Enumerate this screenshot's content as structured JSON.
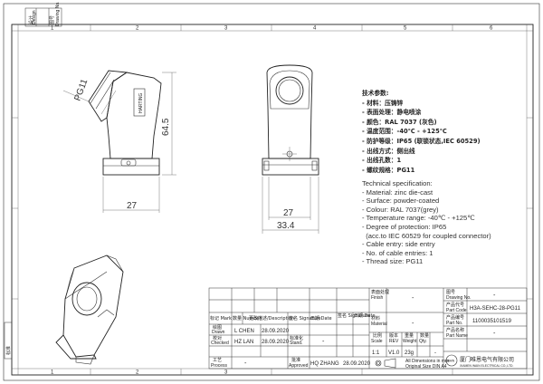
{
  "frame": {
    "zones_top": [
      "1",
      "2",
      "3",
      "4",
      "5",
      "6"
    ],
    "zones_bottom": [
      "1",
      "2",
      "3",
      "4",
      "5",
      "6"
    ],
    "corner_tl": [
      "设计",
      "Design",
      "图号",
      "Drawing No."
    ],
    "corner_bl": [
      "标准",
      "Standard"
    ]
  },
  "views": {
    "side_label_pg": "PG11",
    "side_dim_height": "64.5",
    "side_dim_width": "27",
    "front_dim_27": "27",
    "front_dim_334": "33.4",
    "brand_mark": "HARTING"
  },
  "spec_cn": {
    "title": "技术参数:",
    "lines": [
      "- 材料：压铸锌",
      "- 表面处理：静电喷涂",
      "- 颜色：RAL 7037 (灰色)",
      "- 温度范围：-40℃ - +125℃",
      "- 防护等级：IP65 (联锁状态,IEC 60529)",
      "- 出线方式：侧出线",
      "- 出线孔数：1",
      "- 螺纹规格：PG11"
    ]
  },
  "spec_en": {
    "title": "Technical specification:",
    "lines": [
      "- Material: zinc die-cast",
      "- Surface: powder-coated",
      "- Colour: RAL 7037(grey)",
      "- Temperature range: -40℃ - +125℃",
      "- Degree of protection: IP65",
      "  (acc.to IEC 60529 for coupled connector)",
      "- Cable entry: side entry",
      "- No. of cable entries: 1",
      "- Thread size: PG11"
    ]
  },
  "title_block": {
    "finish_cn": "表面处理",
    "finish_en": "Finish",
    "finish_val": "-",
    "material_cn": "材料",
    "material_en": "Material",
    "material_val": "-",
    "drawing_no_cn": "图号",
    "drawing_no_en": "Drawing No.",
    "drawing_no_val": "-",
    "part_code_cn": "产品代号",
    "part_code_en": "Part Code",
    "part_code_val": "H3A-SEHC-28-PG11",
    "part_no_cn": "产品编号",
    "part_no_en": "Part No.",
    "part_no_val": "1100035101519",
    "part_name_cn": "产品名称",
    "part_name_en": "Part Name",
    "part_name_val": "-",
    "col_mark": "标记 Mark",
    "col_number": "数量 Number",
    "col_description": "更改描述/Description",
    "col_signature": "签名 Signature",
    "col_date": "日期 Date",
    "col_signature2": "签名 Signature",
    "col_date2": "日期 Date",
    "drawn_cn": "绘图",
    "drawn_en": "Drawn",
    "drawn_name": "L CHEN",
    "drawn_date": "28.09.2020",
    "checked_cn": "校对",
    "checked_en": "Checked",
    "checked_name": "HZ LAN",
    "checked_date": "28.09.2020",
    "process_cn": "工艺",
    "process_en": "Process",
    "process_val": "-",
    "approved_cn": "批准",
    "approved_en": "Approved",
    "approved_name": "HQ ZHANG",
    "approved_date": "28.09.2020",
    "stand_cn": "标准化",
    "stand_en": "Stand.",
    "stand_val": "-",
    "scale_cn": "比例",
    "scale_en": "Scale",
    "scale_val": "1:1",
    "rev_cn": "版本",
    "rev_en": "REV",
    "rev_val": "V1.0",
    "weight_cn": "重量",
    "weight_en": "Weight",
    "weight_val": "23g",
    "qty_cn": "数量",
    "qty_en": "Qty.",
    "qty_val": "-",
    "note_line1": "All Dimensions in mm",
    "note_line2": "Original Size DIN A4",
    "company_cn": "厦门唯恩电气有限公司",
    "company_en": "XIAMEN WAIN ELECTRICAL CO.,LTD.",
    "logo_text": "WAIN"
  }
}
